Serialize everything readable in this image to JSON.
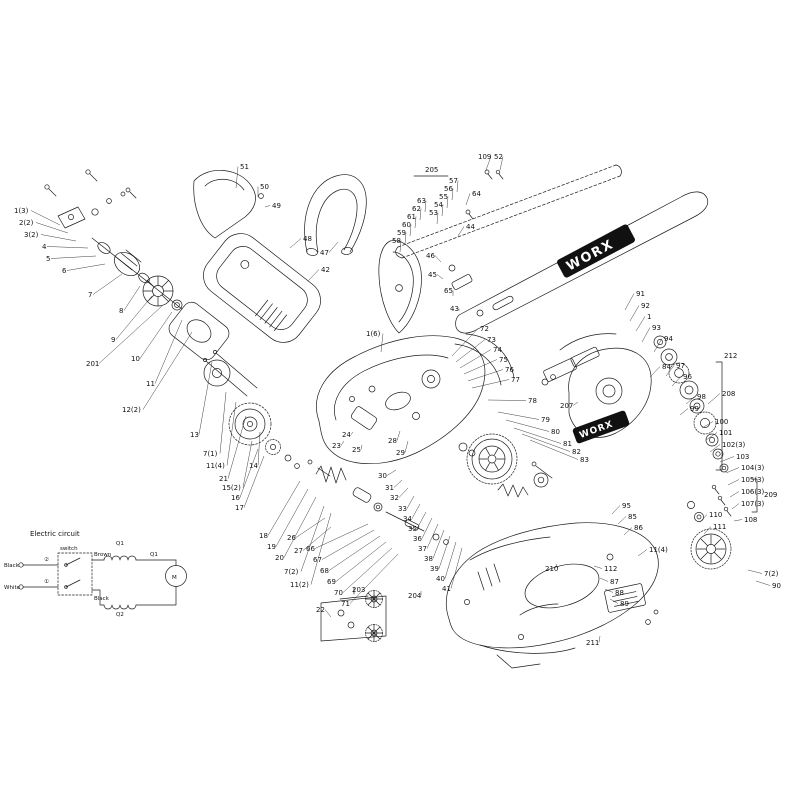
{
  "brand": {
    "name": "WORX"
  },
  "circuit": {
    "title": "Electric circuit",
    "labels": [
      [
        "Black",
        4,
        567
      ],
      [
        "White",
        4,
        589
      ],
      [
        "②",
        44,
        561
      ],
      [
        "①",
        44,
        583
      ],
      [
        "switch",
        60,
        550
      ],
      [
        "Brown",
        94,
        556
      ],
      [
        "Black",
        94,
        600
      ],
      [
        "Q1",
        116,
        545
      ],
      [
        "Q1",
        150,
        556
      ],
      [
        "Q2",
        116,
        616
      ],
      [
        "M",
        172,
        579
      ]
    ]
  },
  "part_labels": [
    [
      "1(3)",
      14,
      213,
      60,
      225
    ],
    [
      "2(2)",
      19,
      225,
      68,
      233
    ],
    [
      "3(2)",
      24,
      237,
      76,
      241
    ],
    [
      "4",
      42,
      249,
      88,
      248
    ],
    [
      "5",
      46,
      261,
      96,
      256
    ],
    [
      "6",
      62,
      273,
      105,
      264
    ],
    [
      "7",
      88,
      297,
      122,
      274
    ],
    [
      "8",
      119,
      313,
      140,
      286
    ],
    [
      "9",
      111,
      342,
      152,
      296
    ],
    [
      "201",
      86,
      366,
      162,
      306
    ],
    [
      "10",
      131,
      361,
      172,
      312
    ],
    [
      "11",
      146,
      386,
      182,
      320
    ],
    [
      "12(2)",
      122,
      412,
      192,
      332
    ],
    [
      "13",
      190,
      437,
      212,
      362
    ],
    [
      "7(1)",
      203,
      456,
      226,
      392
    ],
    [
      "11(4)",
      206,
      468,
      236,
      402
    ],
    [
      "21",
      219,
      481,
      246,
      416
    ],
    [
      "14",
      249,
      468,
      260,
      432
    ],
    [
      "15(2)",
      222,
      490,
      252,
      441
    ],
    [
      "16",
      231,
      500,
      258,
      449
    ],
    [
      "17",
      235,
      510,
      264,
      456
    ],
    [
      "18",
      259,
      538,
      300,
      481
    ],
    [
      "19",
      267,
      549,
      308,
      489
    ],
    [
      "20",
      275,
      560,
      316,
      497
    ],
    [
      "7(2)",
      284,
      574,
      324,
      506
    ],
    [
      "11(2)",
      290,
      587,
      331,
      513
    ],
    [
      "51",
      240,
      169,
      236,
      188
    ],
    [
      "50",
      260,
      189,
      258,
      197
    ],
    [
      "49",
      272,
      208,
      265,
      207
    ],
    [
      "48",
      303,
      241,
      290,
      248
    ],
    [
      "47",
      320,
      255,
      338,
      242
    ],
    [
      "42",
      321,
      272,
      308,
      281
    ],
    [
      "205",
      425,
      172
    ],
    [
      "57",
      449,
      183,
      457,
      192
    ],
    [
      "56",
      444,
      191,
      452,
      200
    ],
    [
      "55",
      439,
      199,
      447,
      208
    ],
    [
      "54",
      434,
      207,
      442,
      216
    ],
    [
      "53",
      429,
      215,
      437,
      224
    ],
    [
      "63",
      417,
      203,
      425,
      212
    ],
    [
      "62",
      412,
      211,
      420,
      220
    ],
    [
      "61",
      407,
      219,
      415,
      228
    ],
    [
      "60",
      402,
      227,
      410,
      236
    ],
    [
      "59",
      397,
      235,
      405,
      244
    ],
    [
      "58",
      392,
      243,
      400,
      252
    ],
    [
      "109",
      478,
      159,
      486,
      170
    ],
    [
      "52",
      494,
      159,
      500,
      170
    ],
    [
      "64",
      472,
      196,
      466,
      205
    ],
    [
      "44",
      466,
      229,
      458,
      236
    ],
    [
      "46",
      426,
      258,
      441,
      262
    ],
    [
      "45",
      428,
      277,
      443,
      279
    ],
    [
      "65",
      444,
      293,
      453,
      296
    ],
    [
      "43",
      450,
      311,
      459,
      311
    ],
    [
      "1(6)",
      366,
      336,
      381,
      352
    ],
    [
      "72",
      480,
      331,
      452,
      356
    ],
    [
      "73",
      487,
      342,
      456,
      362
    ],
    [
      "74",
      493,
      352,
      460,
      368
    ],
    [
      "75",
      499,
      362,
      464,
      374
    ],
    [
      "76",
      505,
      372,
      468,
      381
    ],
    [
      "77",
      511,
      382,
      472,
      388
    ],
    [
      "78",
      528,
      403,
      488,
      400
    ],
    [
      "79",
      541,
      422,
      498,
      412
    ],
    [
      "80",
      551,
      434,
      506,
      420
    ],
    [
      "81",
      563,
      446,
      514,
      428
    ],
    [
      "82",
      572,
      454,
      522,
      434
    ],
    [
      "83",
      580,
      462,
      530,
      440
    ],
    [
      "28",
      388,
      443,
      400,
      431
    ],
    [
      "29",
      396,
      455,
      408,
      441
    ],
    [
      "23",
      332,
      448,
      344,
      441
    ],
    [
      "24",
      342,
      437,
      353,
      432
    ],
    [
      "25",
      352,
      452,
      362,
      445
    ],
    [
      "26",
      287,
      540,
      325,
      518
    ],
    [
      "27",
      294,
      553,
      331,
      527
    ],
    [
      "30",
      378,
      478,
      396,
      470
    ],
    [
      "31",
      385,
      490,
      402,
      480
    ],
    [
      "32",
      390,
      500,
      408,
      488
    ],
    [
      "33",
      398,
      511,
      414,
      496
    ],
    [
      "34",
      403,
      521,
      420,
      504
    ],
    [
      "35",
      408,
      531,
      426,
      512
    ],
    [
      "36",
      413,
      541,
      432,
      518
    ],
    [
      "37",
      418,
      551,
      438,
      524
    ],
    [
      "38",
      424,
      561,
      444,
      530
    ],
    [
      "39",
      430,
      571,
      450,
      536
    ],
    [
      "40",
      436,
      581,
      456,
      542
    ],
    [
      "41",
      442,
      591,
      462,
      548
    ],
    [
      "66",
      306,
      551,
      368,
      524
    ],
    [
      "67",
      313,
      562,
      374,
      530
    ],
    [
      "68",
      320,
      573,
      380,
      536
    ],
    [
      "69",
      327,
      584,
      386,
      542
    ],
    [
      "70",
      334,
      595,
      392,
      548
    ],
    [
      "71",
      341,
      606,
      398,
      554
    ],
    [
      "91",
      636,
      296,
      625,
      310
    ],
    [
      "92",
      641,
      308,
      630,
      321
    ],
    [
      "1",
      647,
      319,
      636,
      331
    ],
    [
      "93",
      652,
      330,
      642,
      342
    ],
    [
      "94",
      664,
      341,
      654,
      352
    ],
    [
      "212",
      724,
      358
    ],
    [
      "84",
      662,
      369,
      650,
      377
    ],
    [
      "97",
      676,
      368,
      666,
      376
    ],
    [
      "96",
      683,
      379,
      672,
      386
    ],
    [
      "98",
      697,
      399,
      686,
      404
    ],
    [
      "99",
      690,
      411,
      680,
      415
    ],
    [
      "208",
      722,
      396,
      708,
      404
    ],
    [
      "100",
      715,
      424,
      702,
      428
    ],
    [
      "101",
      719,
      435,
      706,
      440
    ],
    [
      "102(3)",
      722,
      447,
      710,
      452
    ],
    [
      "103",
      736,
      459,
      720,
      462
    ],
    [
      "104(3)",
      741,
      470,
      726,
      473
    ],
    [
      "105(3)",
      741,
      482,
      728,
      485
    ],
    [
      "106(3)",
      741,
      494,
      730,
      497
    ],
    [
      "107(3)",
      741,
      506,
      732,
      509
    ],
    [
      "108",
      744,
      522,
      734,
      521
    ],
    [
      "209",
      764,
      497
    ],
    [
      "110",
      709,
      517,
      700,
      522
    ],
    [
      "111",
      713,
      529,
      704,
      534
    ],
    [
      "95",
      622,
      508,
      612,
      514
    ],
    [
      "85",
      628,
      519,
      618,
      524
    ],
    [
      "86",
      634,
      530,
      624,
      535
    ],
    [
      "11(4)",
      649,
      552,
      638,
      556
    ],
    [
      "112",
      604,
      571,
      594,
      566
    ],
    [
      "87",
      610,
      584,
      600,
      578
    ],
    [
      "88",
      615,
      595,
      605,
      589
    ],
    [
      "89",
      620,
      606,
      610,
      599
    ],
    [
      "7(2)",
      764,
      576,
      748,
      570
    ],
    [
      "90",
      772,
      588,
      756,
      581
    ],
    [
      "207",
      560,
      408,
      578,
      402
    ],
    [
      "210",
      545,
      571,
      556,
      564
    ],
    [
      "211",
      586,
      645,
      600,
      636
    ],
    [
      "204",
      408,
      598,
      421,
      591
    ],
    [
      "203",
      352,
      592
    ],
    [
      "22",
      316,
      612,
      331,
      617
    ]
  ]
}
